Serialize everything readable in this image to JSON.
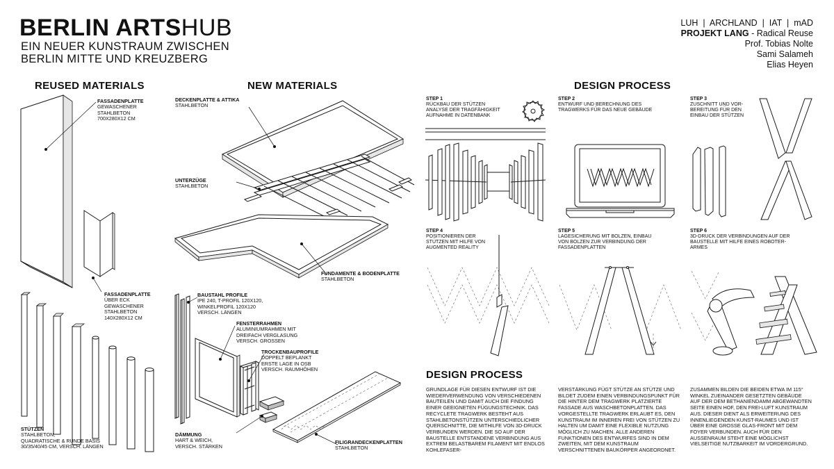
{
  "header": {
    "title_bold": "BERLIN ARTS",
    "title_light": "HUB",
    "subtitle_1": "EIN NEUER KUNSTRAUM ZWISCHEN",
    "subtitle_2": "BERLIN MITTE UND KREUZBERG"
  },
  "credits": {
    "institutions": "LUH  |  ARCHLAND  |  IAT  |  mAD",
    "project_bold": "PROJEKT LANG",
    "project_rest": " - Radical Reuse",
    "prof": "Prof. Tobias Nolte",
    "author_1": "Sami Salameh",
    "author_2": "Elias Heyen"
  },
  "reused": {
    "heading": "REUSED MATERIALS",
    "panel_1": {
      "title": "FASSADENPLATTE",
      "body": "GEWASCHENER\nSTAHLBETON\n700x280x12 CM"
    },
    "panel_2": {
      "title": "FASSADENPLATTE",
      "body": "ÜBER ECK\nGEWASCHENER\nSTAHLBETON\n140x280x12 CM"
    },
    "columns": {
      "title": "STÜTZEN",
      "body": "STAHLBETON,\nQUADRATISCHE & RUNDE BASIS\n30/35/40/45 CM, VERSCH. LÄNGEN"
    }
  },
  "new": {
    "heading": "NEW MATERIALS",
    "deck": {
      "title": "DECKENPLATTE & ATTIKA",
      "body": "STAHLBETON"
    },
    "beams": {
      "title": "UNTERZÜGE",
      "body": "STAHLBETON"
    },
    "foundation": {
      "title": "FUNDAMENTE & BODENPLATTE",
      "body": "STAHLBETON"
    },
    "steel": {
      "title": "BAUSTAHL PROFILE",
      "body": "IPE 240, T-PROFIL 120x120,\nWINKELPROFIL 120x120\nVERSCH. LÄNGEN"
    },
    "window": {
      "title": "FENSTERRAHMEN",
      "body": "ALUMINIUMRAHMEN MIT\nDREIFACH VERGLASUNG\nVERSCH. GROSSEN"
    },
    "drywall": {
      "title": "TROCKENBAUPROFILE",
      "body": "DOPPELT BEPLANKT\nERSTE LAGE IN OSB\nVERSCH. RAUMHÖHEN"
    },
    "insulation": {
      "title": "DÄMMUNG",
      "body": "HART & WEICH,\nVERSCH. STÄRKEN"
    },
    "filigree": {
      "title": "FILIGRANDECKENPLATTEN",
      "body": "STAHLBETON"
    }
  },
  "process": {
    "heading": "DESIGN PROCESS",
    "steps": [
      {
        "title": "STEP 1",
        "body": "RÜCKBAU DER STÜTZEN\nANALYSE DER TRAGFÄHIGKEIT\nAUFNAHME IN DATENBANK"
      },
      {
        "title": "STEP 2",
        "body": "ENTWURF UND BERECHNUNG DES\nTRAGWERKS FÜR DAS NEUE GEBÄUDE"
      },
      {
        "title": "STEP 3",
        "body": "ZUSCHNITT UND VOR-\nBEREITUNG FÜR DEN\nEINBAU DER STÜTZEN"
      },
      {
        "title": "STEP 4",
        "body": "POSITIONIEREN DER\nSTÜTZEN MIT HILFE VON\nAUGMENTED REALITY"
      },
      {
        "title": "STEP 5",
        "body": "LAGESICHERUNG MIT BOLZEN, EINBAU\nVON BOLZEN ZUR VERBINDUNG DER\nFASSADENPLATTEN"
      },
      {
        "title": "STEP 6",
        "body": "3D-DRUCK DER VERBINDUNGEN AUF DER\nBAUSTELLE MIT HILFE EINES ROBOTER-\nARMES"
      }
    ]
  },
  "text": {
    "heading": "DESIGN PROCESS",
    "col_1": "GRUNDLAGE FÜR DIESEN ENTWURF IST DIE WIEDERVERWENDUNG VON VERSCHIEDENEN BAUTEILEN UND DAMIT AUCH DIE FINDUNG EINER GEEIGNETEN FÜGUNGSTECHNIK. DAS RECYCLETE TRAGWERK BESTEHT AUS STAHLBETONSTÜTZEN UNTERSCHIEDLICHER QUERSCHNITTE, DIE MITHILFE VON 3D-DRUCK VERBUNDEN WERDEN. DIE SO AUF DER BAUSTELLE ENTSTANDENE VERBINDUNG AUS EXTREM BELASTBAREM FILAMENT MIT ENDLOS KOHLEFASER-",
    "col_2": "VERSTÄRKUNG FÜGT STÜTZE AN STÜTZE UND BILDET ZUDEM EINEN VERBINDUNGSPUNKT FÜR DIE HINTER DEM TRAGWERK PLATZIERTE FASSADE AUS WASCHBETONPLATTEN. DAS VORGESTELLTE TRAGWERK ERLAUBT ES, DEN KUNSTRAUM IM INNEREN FREI VON STÜTZEN ZU HALTEN UM DAMIT EINE FLEXIBLE NUTZUNG MÖGLICH ZU MACHEN. ALLE ANDEREN FUNKTIONEN DES ENTWURFES SIND IN DEM ZWEITEN, MIT DEM KUNSTRAUM VERSCHNITTENEN BAUKÖRPER ANGEORDNET.",
    "col_3": "ZUSAMMEN BILDEN DIE BEIDEN ETWA IM 115° WINKEL ZUEINANDER GESETZTEN GEBÄUDE AUF DER DEM BETHANIENDAMM ABGEWANDTEN SEITE EINEN HOF, DEN FREI-LUFT KUNSTRAUM AUS. DIESER DIENT ALS ERWEITERUNG DES INNENLIEGENDEN KUNST-RAUMES UND IST ÜBER EINE GROSSE GLAS-FRONT MIT DEM FOYER VERBUNDEN. AUCH FÜR DEN AUSSENRAUM STEHT EINE MÖGLICHST VIELSEITIGE NUTZBARKEIT IM VORDERGRUND."
  }
}
